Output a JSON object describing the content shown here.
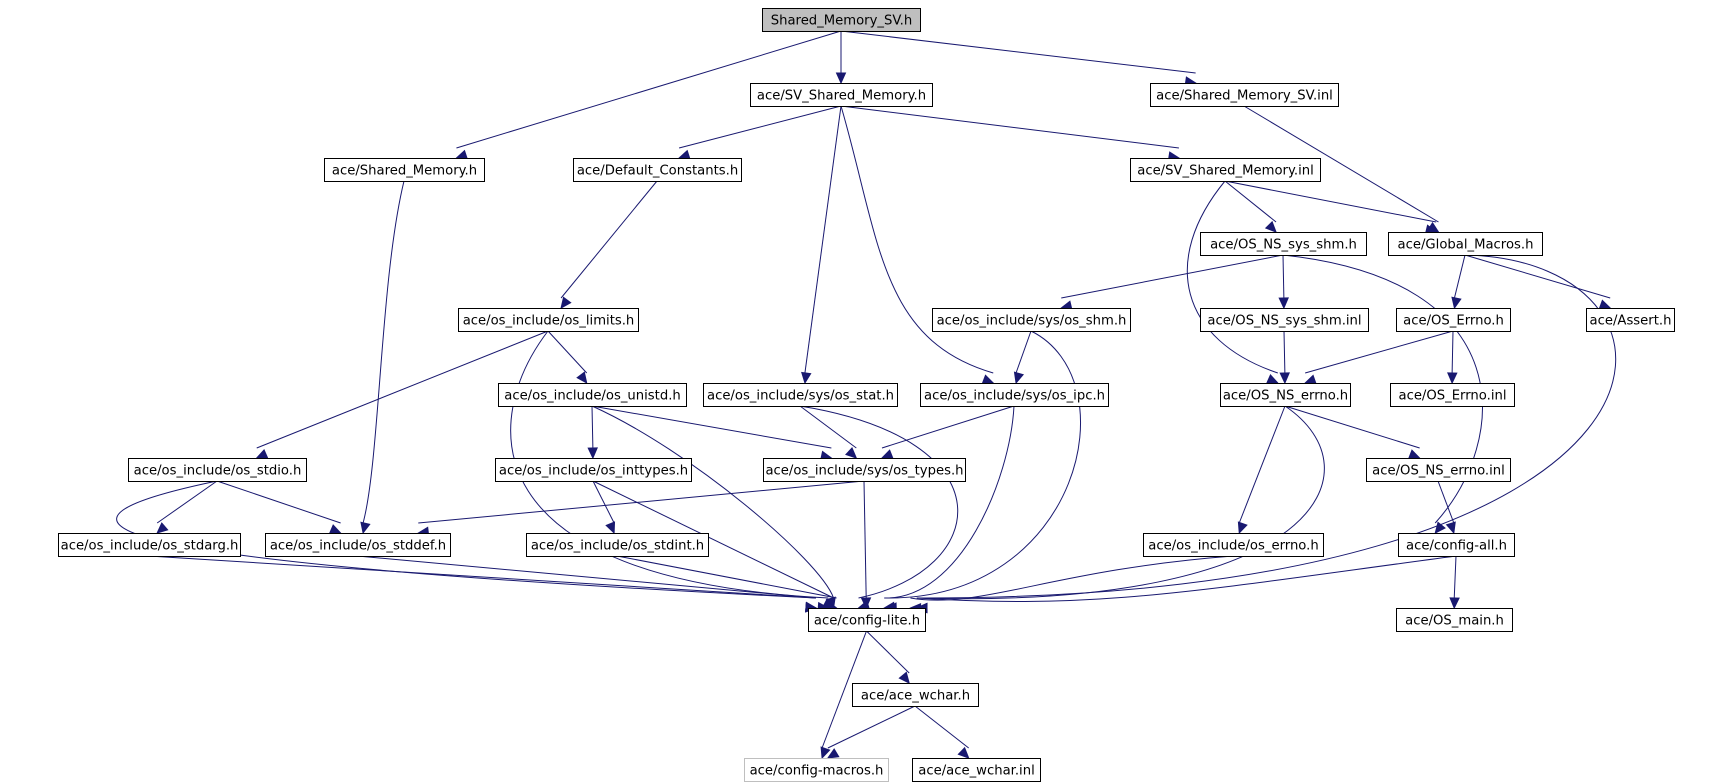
{
  "diagram": {
    "edge_color": "#191970",
    "root_fill": "#bfbfbf",
    "muted_border": "#bfbfbf",
    "nodes": [
      {
        "id": "shared_memory_sv_h",
        "label": "Shared_Memory_SV.h",
        "style": "root"
      },
      {
        "id": "sv_shared_memory_h",
        "label": "ace/SV_Shared_Memory.h"
      },
      {
        "id": "shared_memory_sv_inl",
        "label": "ace/Shared_Memory_SV.inl"
      },
      {
        "id": "shared_memory_h",
        "label": "ace/Shared_Memory.h"
      },
      {
        "id": "default_constants_h",
        "label": "ace/Default_Constants.h"
      },
      {
        "id": "sv_shared_memory_inl",
        "label": "ace/SV_Shared_Memory.inl"
      },
      {
        "id": "os_ns_sys_shm_h",
        "label": "ace/OS_NS_sys_shm.h"
      },
      {
        "id": "global_macros_h",
        "label": "ace/Global_Macros.h"
      },
      {
        "id": "os_limits_h",
        "label": "ace/os_include/os_limits.h"
      },
      {
        "id": "os_shm_h",
        "label": "ace/os_include/sys/os_shm.h"
      },
      {
        "id": "os_ns_sys_shm_inl",
        "label": "ace/OS_NS_sys_shm.inl"
      },
      {
        "id": "os_errno_h_ace",
        "label": "ace/OS_Errno.h"
      },
      {
        "id": "assert_h",
        "label": "ace/Assert.h"
      },
      {
        "id": "os_unistd_h",
        "label": "ace/os_include/os_unistd.h"
      },
      {
        "id": "os_stat_h",
        "label": "ace/os_include/sys/os_stat.h"
      },
      {
        "id": "os_ipc_h",
        "label": "ace/os_include/sys/os_ipc.h"
      },
      {
        "id": "os_ns_errno_h",
        "label": "ace/OS_NS_errno.h"
      },
      {
        "id": "os_errno_inl",
        "label": "ace/OS_Errno.inl"
      },
      {
        "id": "os_stdio_h",
        "label": "ace/os_include/os_stdio.h"
      },
      {
        "id": "os_inttypes_h",
        "label": "ace/os_include/os_inttypes.h"
      },
      {
        "id": "os_types_h",
        "label": "ace/os_include/sys/os_types.h"
      },
      {
        "id": "os_ns_errno_inl",
        "label": "ace/OS_NS_errno.inl"
      },
      {
        "id": "os_stdarg_h",
        "label": "ace/os_include/os_stdarg.h"
      },
      {
        "id": "os_stddef_h",
        "label": "ace/os_include/os_stddef.h"
      },
      {
        "id": "os_stdint_h",
        "label": "ace/os_include/os_stdint.h"
      },
      {
        "id": "os_errno_h",
        "label": "ace/os_include/os_errno.h"
      },
      {
        "id": "config_all_h",
        "label": "ace/config-all.h"
      },
      {
        "id": "config_lite_h",
        "label": "ace/config-lite.h"
      },
      {
        "id": "os_main_h",
        "label": "ace/OS_main.h"
      },
      {
        "id": "ace_wchar_h",
        "label": "ace/ace_wchar.h"
      },
      {
        "id": "config_macros_h",
        "label": "ace/config-macros.h",
        "style": "muted"
      },
      {
        "id": "ace_wchar_inl",
        "label": "ace/ace_wchar.inl"
      }
    ],
    "edges": [
      [
        "shared_memory_sv_h",
        "sv_shared_memory_h"
      ],
      [
        "shared_memory_sv_h",
        "shared_memory_sv_inl"
      ],
      [
        "shared_memory_sv_h",
        "shared_memory_h"
      ],
      [
        "sv_shared_memory_h",
        "default_constants_h"
      ],
      [
        "sv_shared_memory_h",
        "sv_shared_memory_inl"
      ],
      [
        "sv_shared_memory_h",
        "os_stat_h"
      ],
      [
        "sv_shared_memory_h",
        "os_ipc_h"
      ],
      [
        "shared_memory_sv_inl",
        "global_macros_h"
      ],
      [
        "shared_memory_h",
        "os_stddef_h"
      ],
      [
        "default_constants_h",
        "os_limits_h"
      ],
      [
        "sv_shared_memory_inl",
        "os_ns_sys_shm_h"
      ],
      [
        "sv_shared_memory_inl",
        "global_macros_h"
      ],
      [
        "sv_shared_memory_inl",
        "os_ns_errno_h"
      ],
      [
        "os_ns_sys_shm_h",
        "os_shm_h"
      ],
      [
        "os_ns_sys_shm_h",
        "os_ns_sys_shm_inl"
      ],
      [
        "os_ns_sys_shm_h",
        "config_all_h"
      ],
      [
        "global_macros_h",
        "os_errno_h_ace"
      ],
      [
        "global_macros_h",
        "assert_h"
      ],
      [
        "global_macros_h",
        "config_lite_h"
      ],
      [
        "os_limits_h",
        "os_unistd_h"
      ],
      [
        "os_limits_h",
        "os_stdio_h"
      ],
      [
        "os_limits_h",
        "config_lite_h"
      ],
      [
        "os_shm_h",
        "os_ipc_h"
      ],
      [
        "os_shm_h",
        "config_lite_h"
      ],
      [
        "os_ns_sys_shm_inl",
        "os_ns_errno_h"
      ],
      [
        "os_errno_h_ace",
        "os_ns_errno_h"
      ],
      [
        "os_errno_h_ace",
        "os_errno_inl"
      ],
      [
        "os_unistd_h",
        "os_inttypes_h"
      ],
      [
        "os_unistd_h",
        "os_types_h"
      ],
      [
        "os_unistd_h",
        "config_lite_h"
      ],
      [
        "os_stat_h",
        "os_types_h"
      ],
      [
        "os_stat_h",
        "config_lite_h"
      ],
      [
        "os_ipc_h",
        "os_types_h"
      ],
      [
        "os_ipc_h",
        "config_lite_h"
      ],
      [
        "os_ns_errno_h",
        "os_errno_h"
      ],
      [
        "os_ns_errno_h",
        "os_ns_errno_inl"
      ],
      [
        "os_ns_errno_h",
        "config_lite_h"
      ],
      [
        "os_stdio_h",
        "os_stdarg_h"
      ],
      [
        "os_stdio_h",
        "os_stddef_h"
      ],
      [
        "os_stdio_h",
        "config_lite_h"
      ],
      [
        "os_inttypes_h",
        "os_stdint_h"
      ],
      [
        "os_inttypes_h",
        "config_lite_h"
      ],
      [
        "os_types_h",
        "os_stddef_h"
      ],
      [
        "os_types_h",
        "config_lite_h"
      ],
      [
        "os_ns_errno_inl",
        "config_all_h"
      ],
      [
        "os_stdarg_h",
        "config_lite_h"
      ],
      [
        "os_stddef_h",
        "config_lite_h"
      ],
      [
        "os_stdint_h",
        "config_lite_h"
      ],
      [
        "os_errno_h",
        "config_lite_h"
      ],
      [
        "config_all_h",
        "config_lite_h"
      ],
      [
        "config_all_h",
        "os_main_h"
      ],
      [
        "config_lite_h",
        "ace_wchar_h"
      ],
      [
        "config_lite_h",
        "config_macros_h"
      ],
      [
        "ace_wchar_h",
        "config_macros_h"
      ],
      [
        "ace_wchar_h",
        "ace_wchar_inl"
      ]
    ]
  }
}
